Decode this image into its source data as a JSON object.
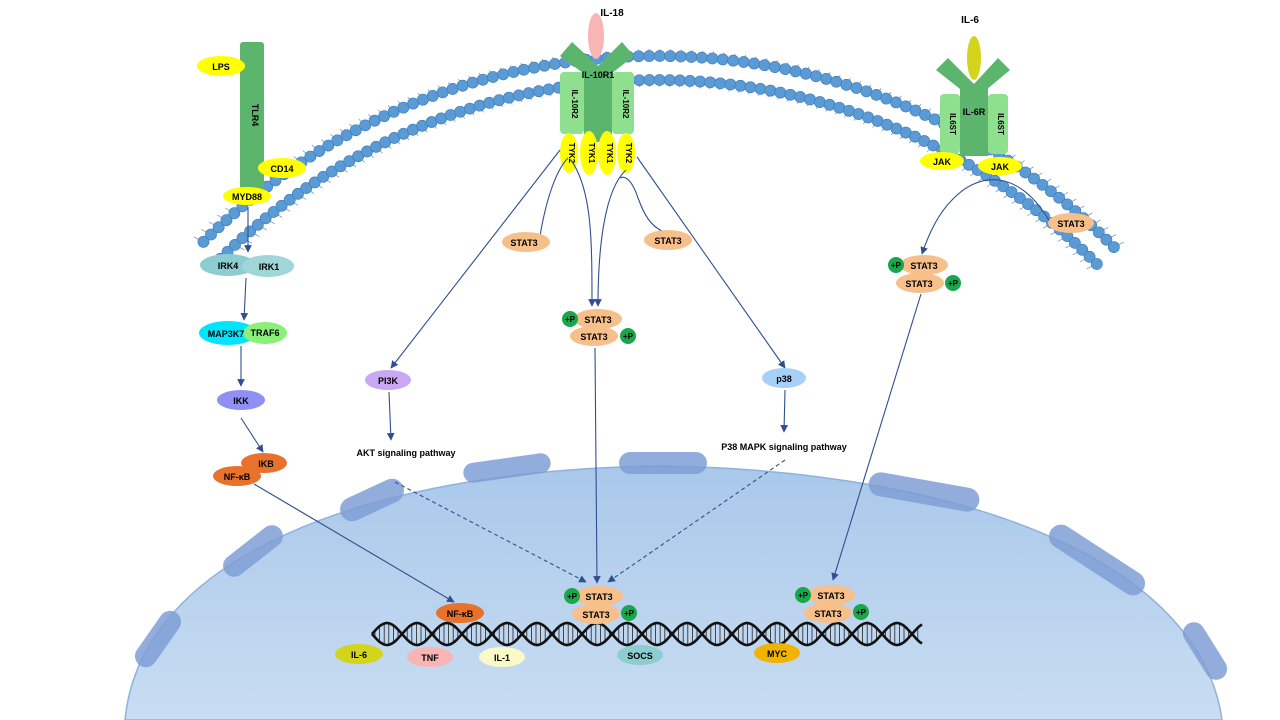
{
  "ligands": {
    "il18": "IL-18",
    "il6": "IL-6",
    "lps": "LPS"
  },
  "receptors": {
    "tlr4": "TLR4",
    "cd14": "CD14",
    "il10r1": "IL-10R1",
    "il10r2": "IL-10R2",
    "tyk2": "TYK2",
    "tyk1": "TYK1",
    "il6r": "IL-6R",
    "il6st": "IL6ST",
    "jak": "JAK"
  },
  "tlr_pathway": {
    "myd88": "MYD88",
    "irk4": "IRK4",
    "irk1": "IRK1",
    "map3k7": "MAP3K7",
    "traf6": "TRAF6",
    "ikk": "IKK",
    "ikb": "IKB",
    "nfkb": "NF-κB"
  },
  "stat": {
    "stat3": "STAT3",
    "phospho": "+P"
  },
  "side_pathways": {
    "pi3k": "PI3K",
    "akt": "AKT signaling pathway",
    "p38": "p38",
    "p38_mapk": "P38 MAPK signaling pathway"
  },
  "genes": {
    "il6": "IL-6",
    "tnf": "TNF",
    "il1": "IL-1",
    "socs": "SOCS",
    "myc": "MYC",
    "nfkb": "NF-κB"
  },
  "colors": {
    "receptor_dark": "#5cb56c",
    "receptor_light": "#8ee08e",
    "yellow": "#ffff00",
    "stat_orange": "#f7c08a",
    "phospho_green": "#1aa64b",
    "nucleus": "#9dc3e6",
    "nucleus_pore": "#7f9fd5",
    "lipid_head": "#5b9bd5",
    "arrow": "#2f4f8f"
  }
}
